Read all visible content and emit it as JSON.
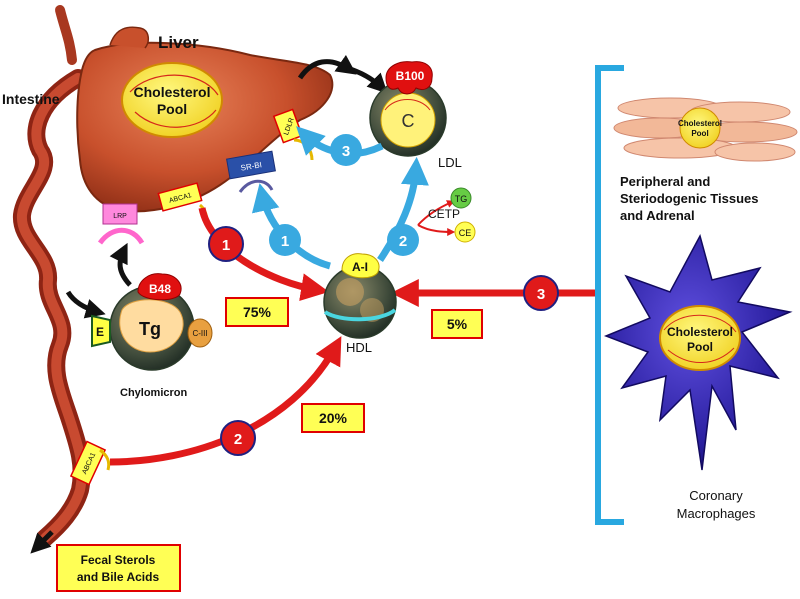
{
  "organs": {
    "liver": "Liver",
    "intestine": "Intestine",
    "cholesterol_pool": [
      "Cholesterol",
      "Pool"
    ]
  },
  "receptors": {
    "lrp": "LRP",
    "abca1_liver": "ABCA1",
    "sr_bi": "SR-BI",
    "ldlr": "LDLR",
    "abca1_intestine": "ABCA1"
  },
  "particles": {
    "ldl": {
      "label": "LDL",
      "apo": "B100",
      "core": "C"
    },
    "hdl": {
      "label": "HDL",
      "apo": "A-I"
    },
    "chylomicron": {
      "label": "Chylomicron",
      "apo": "B48",
      "core": "Tg",
      "apo_e": "E",
      "apo_c": "C-III"
    }
  },
  "cetp": {
    "label": "CETP",
    "tg": "TG",
    "ce": "CE"
  },
  "steps": {
    "red": [
      "1",
      "2",
      "3"
    ],
    "blue": [
      "1",
      "2",
      "3"
    ]
  },
  "percentages": [
    "75%",
    "20%",
    "5%"
  ],
  "tissues": {
    "peripheral": [
      "Peripheral and",
      "Steriodogenic Tissues",
      "and Adrenal"
    ],
    "macrophages": [
      "Coronary",
      "Macrophages"
    ]
  },
  "excretion": [
    "Fecal Sterols",
    "and Bile Acids"
  ],
  "colors": {
    "liver": "#c8502c",
    "red_arrow": "#e01a1a",
    "blue_arrow": "#39a9e0",
    "bracket": "#29a8e0",
    "yellow_box": "#ffff55",
    "macrophage": "#2a1fa0"
  }
}
